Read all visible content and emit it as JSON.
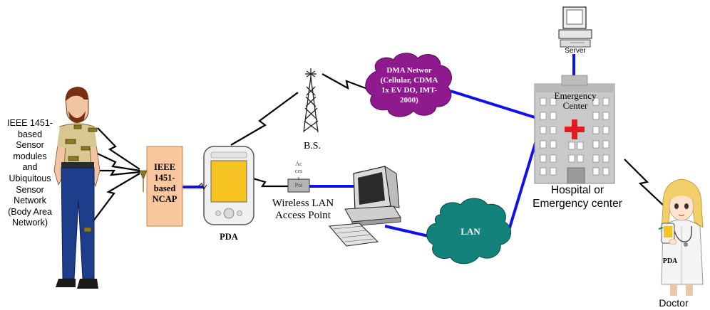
{
  "sensor_label": [
    "IEEE 1451-",
    "based",
    "Sensor",
    "modules",
    "and",
    "Ubiquitous",
    "Sensor",
    "Network",
    "(Body Area",
    "Network)"
  ],
  "ncap_label": [
    "IEEE",
    "1451-",
    "based",
    "NCAP"
  ],
  "pda_label": "PDA",
  "bs_label": "B.S.",
  "cdma_label": [
    "DMA Networ",
    "(Cellular, CDMA",
    "1x EV DO, IMT-",
    "2000)"
  ],
  "ap_small": [
    "Ac",
    "ces",
    "s",
    "Poi"
  ],
  "ap_label": [
    "Wireless LAN",
    "Access Point"
  ],
  "lan_label": "LAN",
  "server_label": "Server",
  "er_label": [
    "Emergency",
    "Center"
  ],
  "hospital_label": [
    "Hospital or",
    "Emergency center"
  ],
  "doctor_pda_label": "PDA",
  "doctor_label": "Doctor",
  "colors": {
    "link": "#1010ee",
    "ncap_box": "#f9c79e",
    "cdma_cloud": "#8e1a8e",
    "lan_cloud": "#12827a",
    "pda_screen": "#f5c423",
    "building": "#c9c9c9",
    "cross": "#e11b22"
  }
}
